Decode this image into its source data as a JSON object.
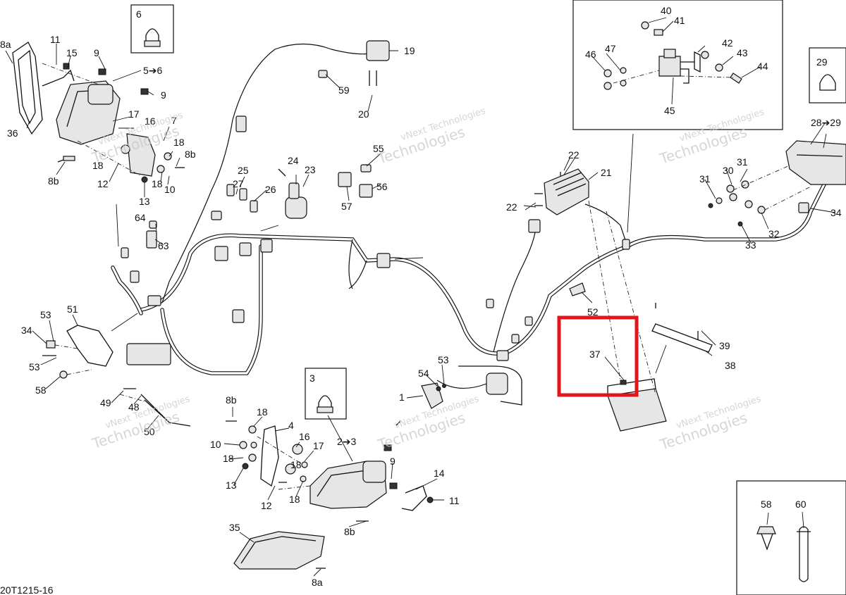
{
  "drawing_code": "20T1215-16",
  "watermark": {
    "line1": "vNext Technologies",
    "line2": "Technologies"
  },
  "highlight_color": "#e0161b",
  "highlighted_part": "37",
  "callouts": {
    "c1": "1",
    "c2to3": "2➔3",
    "c3": "3",
    "c4": "4",
    "c5to6": "5➔6",
    "c6": "6",
    "c7": "7",
    "c8a_top": "8a",
    "c8a_bottom": "8a",
    "c8b_left": "8b",
    "c8b_right": "8b",
    "c8b_mid": "8b",
    "c8b_bottom": "8b",
    "c9_a": "9",
    "c9_b": "9",
    "c9_c": "9",
    "c10_a": "10",
    "c10_b": "10",
    "c11_a": "11",
    "c11_b": "11",
    "c12_a": "12",
    "c12_b": "12",
    "c13_a": "13",
    "c13_b": "13",
    "c14": "14",
    "c15": "15",
    "c16_a": "16",
    "c16_b": "16",
    "c17_a": "17",
    "c17_b": "17",
    "c18_a": "18",
    "c18_b": "18",
    "c18_c": "18",
    "c18_d": "18",
    "c18_e": "18",
    "c18_f": "18",
    "c19": "19",
    "c20": "20",
    "c21": "21",
    "c22_a": "22",
    "c22_b": "22",
    "c23": "23",
    "c24": "24",
    "c25": "25",
    "c26": "26",
    "c27": "27",
    "c28to29": "28➔29",
    "c29": "29",
    "c30": "30",
    "c31_a": "31",
    "c31_b": "31",
    "c32": "32",
    "c33": "33",
    "c34_a": "34",
    "c34_b": "34",
    "c35": "35",
    "c36": "36",
    "c37": "37",
    "c38": "38",
    "c39": "39",
    "c40": "40",
    "c41": "41",
    "c42": "42",
    "c43": "43",
    "c44": "44",
    "c45": "45",
    "c46": "46",
    "c47": "47",
    "c48": "48",
    "c49": "49",
    "c50": "50",
    "c51": "51",
    "c52": "52",
    "c53_a": "53",
    "c53_b": "53",
    "c53_c": "53",
    "c54": "54",
    "c55": "55",
    "c56": "56",
    "c57": "57",
    "c58_a": "58",
    "c58_b": "58",
    "c59": "59",
    "c60": "60",
    "c63": "63",
    "c64": "64"
  }
}
